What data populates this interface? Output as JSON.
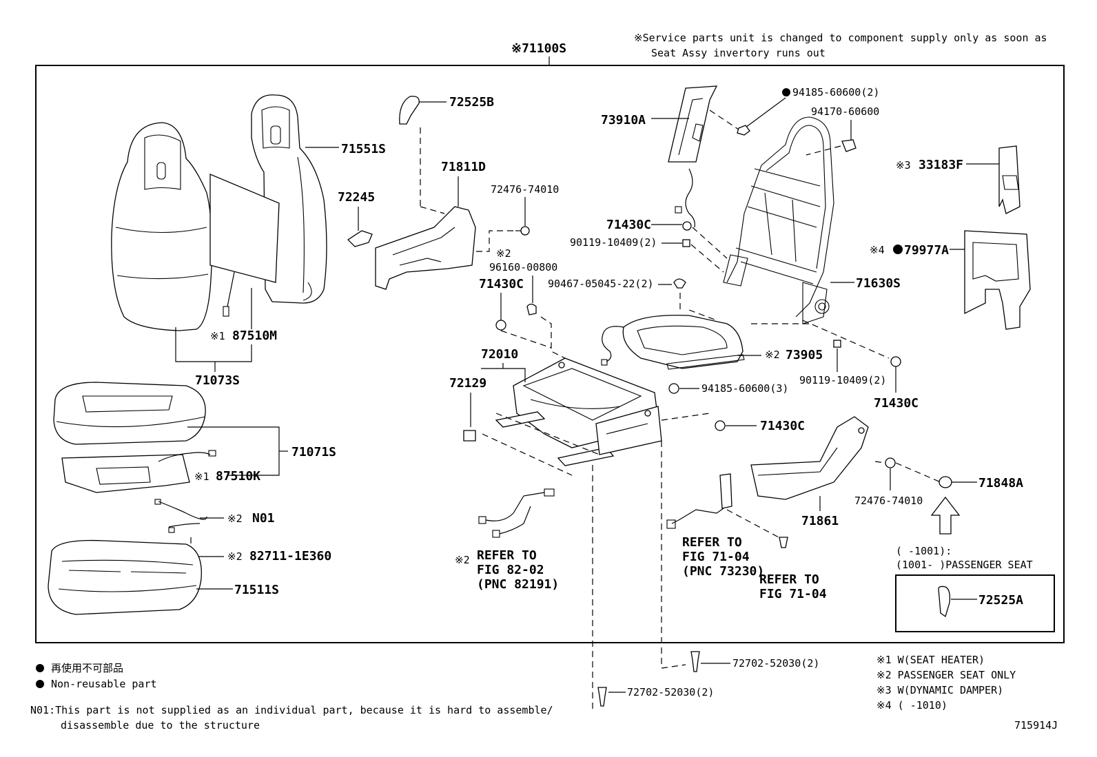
{
  "header": {
    "assembly": "※71100S",
    "service_note_line1": "※Service parts unit is changed to component supply only as soon as",
    "service_note_line2": "Seat Assy invertory runs out"
  },
  "parts": {
    "p71551S": "71551S",
    "p87510M": "87510M",
    "p87510M_mark": "※1",
    "p71073S": "71073S",
    "p72525B": "72525B",
    "p71811D": "71811D",
    "p72245": "72245",
    "p72476_74010_a": "72476-74010",
    "p96160_mark": "※2",
    "p96160": "96160-00800",
    "p71430C_a": "71430C",
    "p72010": "72010",
    "p72129": "72129",
    "p73910A": "73910A",
    "p94185_60600_2": "94185-60600(2)",
    "p94170": "94170-60600",
    "p71430C_b": "71430C",
    "p90119_a": "90119-10409(2)",
    "p90467": "90467-05045-22(2)",
    "p71630S": "71630S",
    "p73905_mark": "※2",
    "p73905": "73905",
    "p94185_60600_3": "94185-60600(3)",
    "p90119_b": "90119-10409(2)",
    "p71430C_c": "71430C",
    "p71430C_d": "71430C",
    "p33183F_mark": "※3",
    "p33183F": "33183F",
    "p79977A_mark": "※4",
    "p79977A": "79977A",
    "p71071S": "71071S",
    "p87510K_mark": "※1",
    "p87510K": "87510K",
    "pN01_mark": "※2",
    "pN01": "N01",
    "p82711_mark": "※2",
    "p82711": "82711-1E360",
    "p71511S": "71511S",
    "p71861": "71861",
    "p72476_74010_b": "72476-74010",
    "p71848A": "71848A",
    "p72525A": "72525A",
    "p72702_a": "72702-52030(2)",
    "p72702_b": "72702-52030(2)"
  },
  "refs": {
    "fig82_mark": "※2",
    "fig82_line1": "REFER TO",
    "fig82_line2": "FIG 82-02",
    "fig82_line3": "(PNC 82191)",
    "fig7104a_line1": "REFER TO",
    "fig7104a_line2": "FIG 71-04",
    "fig7104a_line3": "(PNC 73230)",
    "fig7104b_line1": "REFER TO",
    "fig7104b_line2": "FIG 71-04"
  },
  "passenger_box": {
    "line1": "(      -1001):",
    "line2": "(1001-      )PASSENGER SEAT"
  },
  "legend": {
    "nonreusable_jp": "再使用不可部品",
    "nonreusable_en": "Non-reusable part",
    "n01_line1": "N01:This part is not supplied as an individual part,  because it is hard to assemble/",
    "n01_line2": "disassemble due to the structure"
  },
  "footnotes": {
    "f1": "※1 W(SEAT HEATER)",
    "f2": "※2 PASSENGER SEAT ONLY",
    "f3": "※3 W(DYNAMIC DAMPER)",
    "f4": "※4 (      -1010)"
  },
  "figure_id": "715914J"
}
